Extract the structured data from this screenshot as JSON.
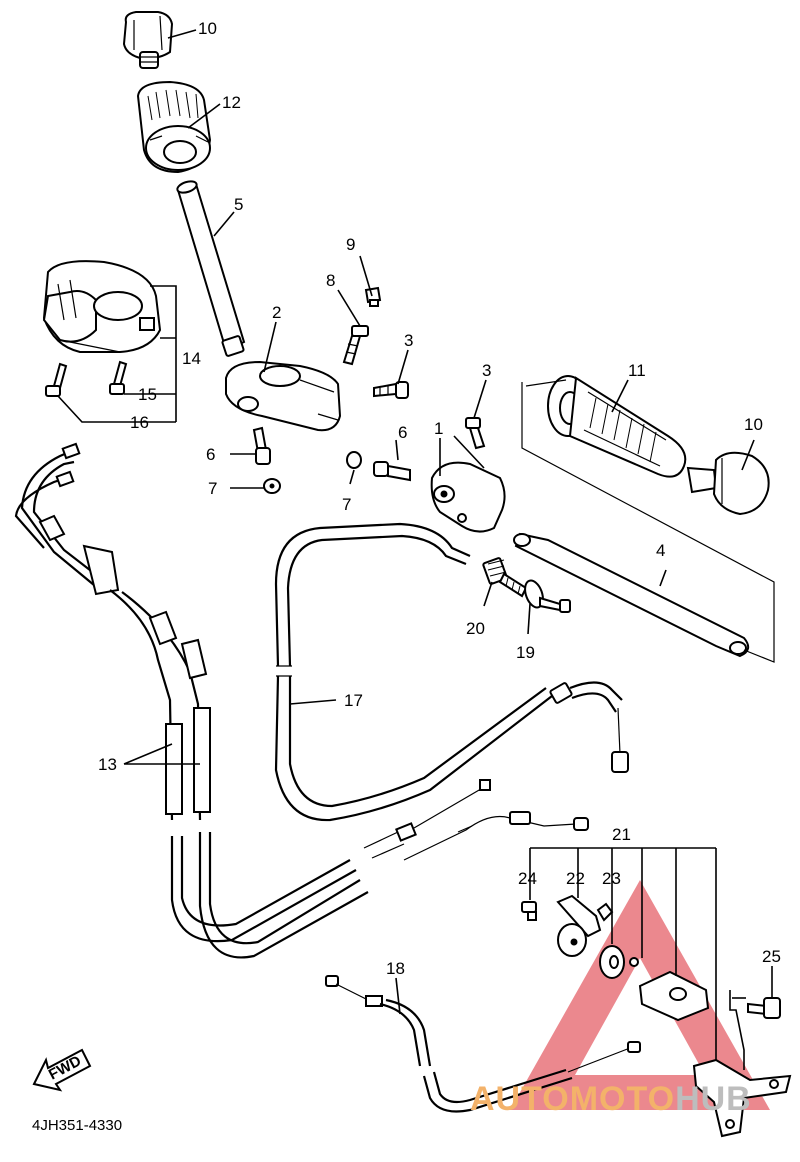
{
  "diagram_code": "4JH351-4330",
  "fwd_label": "FWD",
  "watermark": {
    "text_orange": "AUTOMOTO",
    "text_gray": "HUB",
    "color_orange": "#f3b26a",
    "color_gray": "#bdbdbd",
    "color_triangle": "#e8737a"
  },
  "callouts": [
    {
      "id": "c10a",
      "label": "10"
    },
    {
      "id": "c12",
      "label": "12"
    },
    {
      "id": "c5",
      "label": "5"
    },
    {
      "id": "c9",
      "label": "9"
    },
    {
      "id": "c8",
      "label": "8"
    },
    {
      "id": "c2",
      "label": "2"
    },
    {
      "id": "c3a",
      "label": "3"
    },
    {
      "id": "c3b",
      "label": "3"
    },
    {
      "id": "c11",
      "label": "11"
    },
    {
      "id": "c10b",
      "label": "10"
    },
    {
      "id": "c14",
      "label": "14"
    },
    {
      "id": "c15",
      "label": "15"
    },
    {
      "id": "c16",
      "label": "16"
    },
    {
      "id": "c6a",
      "label": "6"
    },
    {
      "id": "c6b",
      "label": "6"
    },
    {
      "id": "c1",
      "label": "1"
    },
    {
      "id": "c7a",
      "label": "7"
    },
    {
      "id": "c7b",
      "label": "7"
    },
    {
      "id": "c4",
      "label": "4"
    },
    {
      "id": "c20",
      "label": "20"
    },
    {
      "id": "c19",
      "label": "19"
    },
    {
      "id": "c17",
      "label": "17"
    },
    {
      "id": "c13",
      "label": "13"
    },
    {
      "id": "c21",
      "label": "21"
    },
    {
      "id": "c24",
      "label": "24"
    },
    {
      "id": "c22",
      "label": "22"
    },
    {
      "id": "c23",
      "label": "23"
    },
    {
      "id": "c25",
      "label": "25"
    },
    {
      "id": "c18",
      "label": "18"
    }
  ]
}
